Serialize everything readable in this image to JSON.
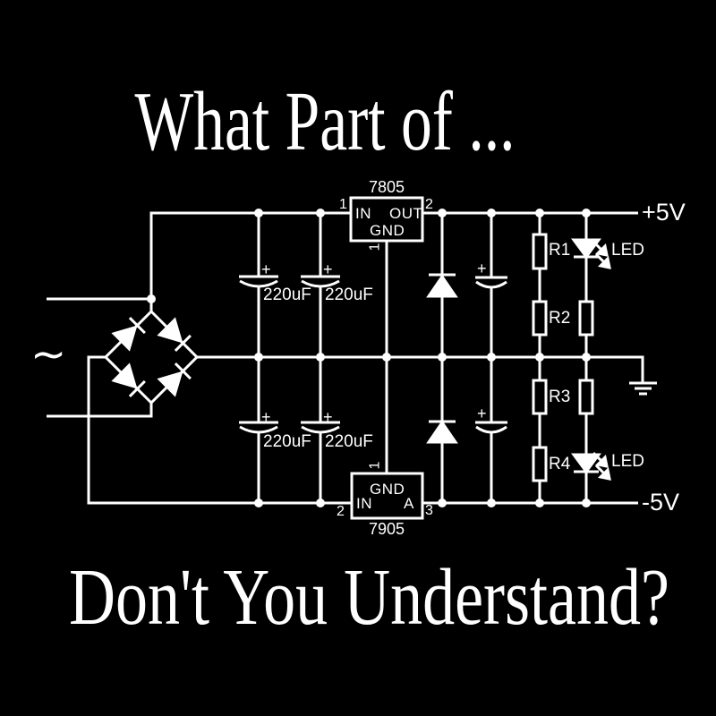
{
  "titles": {
    "top": "What Part of ...",
    "bottom": "Don't You Understand?"
  },
  "circuit": {
    "ac_source_symbol": "∼",
    "rail_positive": "+5V",
    "rail_negative": "-5V",
    "regulator_top": {
      "part": "7805",
      "pin_in_num": "1",
      "pin_out_num": "2",
      "pin_gnd_num": "1",
      "in": "IN",
      "out": "OUT",
      "gnd": "GND"
    },
    "regulator_bottom": {
      "part": "7905",
      "pin_in_num": "2",
      "pin_out_num": "3",
      "pin_gnd_num": "1",
      "in": "IN",
      "out": "A",
      "gnd": "GND"
    },
    "capacitors": {
      "plus": "+",
      "c1": "220uF",
      "c2": "220uF",
      "c3": "220uF",
      "c4": "220uF"
    },
    "resistors": {
      "r1": "R1",
      "r2": "R2",
      "r3": "R3",
      "r4": "R4"
    },
    "led_top": "LED",
    "led_bottom": "LED"
  }
}
